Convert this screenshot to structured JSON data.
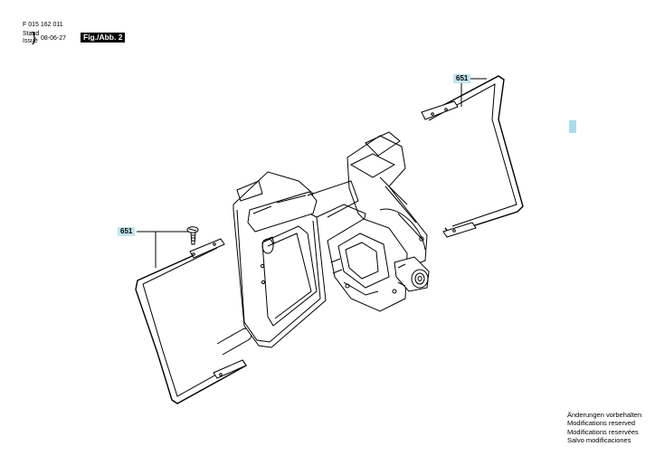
{
  "header": {
    "doc_number": "F 015 162 011",
    "stand_label": "Stand",
    "issue_label": "Issue",
    "date": "08-06-27",
    "figure_label": "Fig./Abb. 2"
  },
  "part_labels": [
    {
      "text": "651"
    },
    {
      "text": "651"
    }
  ],
  "footer_notes": [
    "Änderungen vorbehalten",
    "Modifications reserved",
    "Modifications reservées",
    "Salvo modificaciones"
  ],
  "colors": {
    "label_background": "#bfe6ee",
    "figure_label_background": "#000000",
    "swatch": "#a9dcec"
  }
}
